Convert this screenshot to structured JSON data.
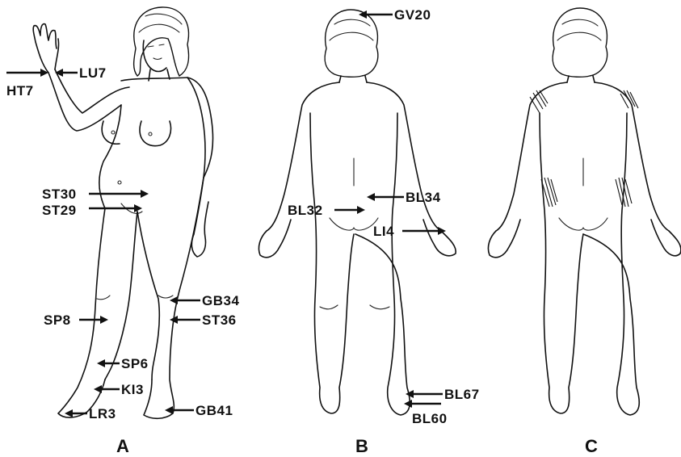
{
  "panels": [
    {
      "letter": "A",
      "points": [
        {
          "code": "HT7"
        },
        {
          "code": "LU7"
        },
        {
          "code": "ST30"
        },
        {
          "code": "ST29"
        },
        {
          "code": "GB34"
        },
        {
          "code": "ST36"
        },
        {
          "code": "SP8"
        },
        {
          "code": "SP6"
        },
        {
          "code": "KI3"
        },
        {
          "code": "LR3"
        },
        {
          "code": "GB41"
        }
      ]
    },
    {
      "letter": "B",
      "points": [
        {
          "code": "GV20"
        },
        {
          "code": "BL34"
        },
        {
          "code": "BL32"
        },
        {
          "code": "LI4"
        },
        {
          "code": "BL67"
        },
        {
          "code": "BL60"
        }
      ]
    },
    {
      "letter": "C",
      "points": []
    }
  ]
}
